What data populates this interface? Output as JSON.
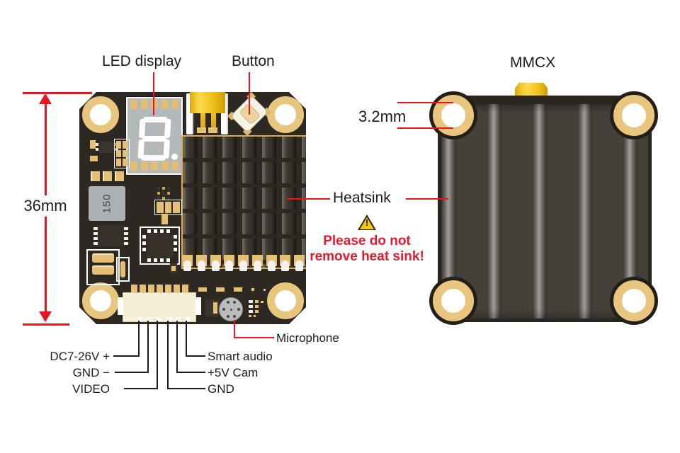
{
  "labels": {
    "led_display": "LED display",
    "button": "Button",
    "mmcx": "MMCX",
    "hole_diameter": "3.2mm",
    "board_size": "36mm",
    "heatsink": "Heatsink",
    "microphone": "Microphone"
  },
  "warning": {
    "icon": "warning-triangle-icon",
    "exclamation": "!",
    "line1": "Please do not",
    "line2": "remove heat sink!"
  },
  "pins": {
    "left": [
      "DC7-26V +",
      "GND −",
      "VIDEO"
    ],
    "right": [
      "Smart audio",
      "+5V Cam",
      "GND"
    ]
  },
  "front_board": {
    "led_digit": "8.",
    "inductor_label": "150"
  },
  "colors": {
    "leader_red": "#e8141e",
    "warning_red": "#e8192c",
    "board_dark": "#2e2823",
    "pad_gold": "#e5bf74",
    "connector_yellow": "#f6c525",
    "heatsink_gray": "#45403a"
  }
}
